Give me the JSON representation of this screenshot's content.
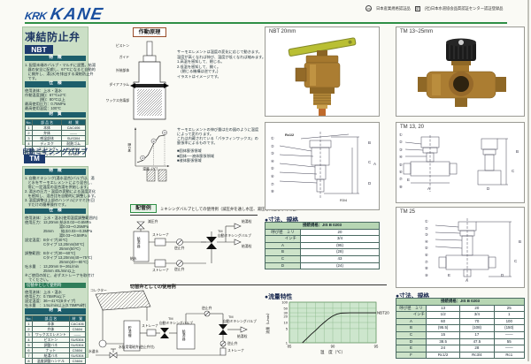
{
  "colors": {
    "accent_green": "#2f8f46",
    "panel_green": "#cbdfc6",
    "band_teal": "#1d5e6b",
    "badge_navy": "#1c3a6e",
    "brass": "#a87a30",
    "chart_plot_bg": "#cde6cd"
  },
  "header": {
    "logo_krk": "KRK",
    "logo_kane": "KANE",
    "jis_mark": "JIS",
    "cert_jis": "日本産業規格認証品",
    "jwwa_mark": "認",
    "cert_jwwa": "(社)日本水道協会品質認証センター認証登録品"
  },
  "nbt": {
    "title": "凍結防止弁",
    "model": "NBT",
    "features_heading": "特　徴",
    "features": [
      "1. 配管末端のバルブ・マルチに設置。給湯",
      "   器の安全に配慮し、67℃になると自動的",
      "   に開弁し、湯(水)を排出する凍結防止弁",
      "   です。"
    ],
    "specs_heading": "仕　様",
    "specs": [
      "使用流体：上水・温水",
      "作動温度(開)：67℃±2℃",
      "　　　　(閉)：80℃以上",
      "最高使用圧力：0.75MPa",
      "最高使用温度：100℃"
    ],
    "materials_heading": "材　質",
    "materials": {
      "cols": [
        "No.",
        "部 品 名",
        "材　質"
      ],
      "rows": [
        [
          "1",
          "本体",
          "CAC406"
        ],
        [
          "2",
          "弁体",
          "――"
        ],
        [
          "3",
          "感温部体",
          "SUS304"
        ],
        [
          "4",
          "ディスク",
          "耐熱ゴム"
        ],
        [
          "5",
          "スプリング",
          "SUS304"
        ],
        [
          "6",
          "平パッキン",
          "EPDM"
        ]
      ]
    }
  },
  "tm": {
    "title": "自動ミキシングバルブ",
    "model": "TM",
    "features_heading": "特　徴",
    "features": [
      "1. 自動ミキシング(湯水混合)バルブは、湯",
      "   と水をサーモエレメントにより混合し、",
      "   常に一定温度の混合湯を供給します。",
      "2. 湯水の圧力・温度の変動による温度変化",
      "   を感知し、混合比を自動的に調整します。",
      "3. 温度調整は上部のハンドル(ツマミ)を回",
      "   すだけの簡単操作です。"
    ],
    "specs_heading": "仕　様",
    "specs": [
      "使用流体：上水・温水(使用温度調整範囲内)",
      "使用圧力：13,20mm 給水0.02〜0.6MPa",
      "　　　　　　　　　 湯0.03〜0.25MPa",
      "　　　　　25mm　　給水0.03〜0.3MPa",
      "　　　　　　　　　 湯0.03〜0.5MPa",
      "設定温度：Bタイプ(40℃)",
      "　　　　　Cタイプ 13,20mm(50℃)",
      "　　　　　　　　　 25mm(50℃)",
      "調整範囲：Bタイプ(30〜60℃)",
      "　　　　　Cタイプ 13,20mm(40〜75℃)",
      "　　　　　　　　　 25mm(40〜80℃)",
      "吐水量　：13,20mm 9〜26L/min",
      "　　　　　25mm 40L/min以上",
      "※ご使用の前に、必ずストレーナを取付け",
      "　てください。"
    ],
    "sub_heading": "切替弁として使用時",
    "sub_specs": [
      "使用流体：上水・温水",
      "使用圧力：0.75MPa以下",
      "設定温度：36〜41℃(Bタイプ)",
      "吐水量　：1.5L/min以上(0.75MPa時)"
    ],
    "materials_heading": "材　質",
    "materials": {
      "cols": [
        "No.",
        "部 品 名",
        "材　質"
      ],
      "rows": [
        [
          "1",
          "本体",
          "CAC406"
        ],
        [
          "2",
          "弁体",
          "C3604"
        ],
        [
          "3",
          "ワックスエレメント",
          "――"
        ],
        [
          "4",
          "ピストン",
          "SUS304"
        ],
        [
          "5",
          "調整バネ",
          "SUS304"
        ],
        [
          "6",
          "ナット",
          "C3604"
        ],
        [
          "7",
          "給湯バネ",
          "SUS304"
        ],
        [
          "8",
          "温度調整ハンドル",
          "C3604"
        ]
      ]
    }
  },
  "principle": {
    "label": "作動原理",
    "part_labels": [
      "ピストン",
      "ガイド",
      "外装部体",
      "ダイアフラム",
      "ワックス充填部"
    ],
    "text1": [
      "サーモエレメントは温度の変化に応じて動きます。",
      "温度が高くなれば伸び、温度が低くなれば縮みます。",
      "1.高温を感知して、閉じる。",
      "2.低温を感知して、開く。",
      "　(閉じる機構は逆です。)",
      "イラストはイメージです。"
    ],
    "text2": [
      "サーモエレメントの伸び量は左の図のように温度",
      "によって変わります。",
      "これは内蔵されている「パラフィンワックス」の",
      "膨張率によるものです。"
    ],
    "legend": [
      "■固体膨張領域",
      "■固体──液体膨張領域",
      "■液体膨張領域"
    ]
  },
  "piping": {
    "label": "配管例",
    "ex1_title": "ミキシングバルブとしての使用例（減圧弁を通し水圧、湯圧を同圧とした場合）",
    "ex1": {
      "pressure_valve": "減圧弁",
      "heater": "給湯器",
      "strainer_top": "ストレーナ",
      "strainer_bottom": "ストレーナ",
      "check_top": "逆止弁",
      "check_bottom": "逆止弁",
      "mixing_valve": "TM",
      "mixing_valve2": "自動ミキシングバルブ",
      "tap_top": "給湯栓",
      "tap_right": "給湯栓",
      "supply": "給水"
    },
    "ex2_title": "切替弁としての使用例",
    "ex2": {
      "collector": "コレクター",
      "tank": "貯湯槽",
      "strainer1": "ストレーナ",
      "mixing1": "TM",
      "mixing1b": "自動ミキシングバルブ",
      "heater": "給湯器",
      "check1": "逆止弁",
      "mixing2": "TM",
      "mixing2b": "自動ミキシングバルブ",
      "tap": "給湯栓",
      "check2": "逆止弁",
      "strainer2": "ストレーナ",
      "water": "水道水",
      "drain_valve": "水抜用電磁弁(逆止弁付)"
    }
  },
  "right": {
    "photo_nbt_label": "NBT 20mm",
    "photo_tm_label": "TM 13~25mm",
    "tm1320_label": "TM 13, 20",
    "tm25_label": "TM 25",
    "dims_heading_nbt": "●寸法、規格",
    "flow_heading": "●流量特性",
    "dims_heading_tm": "●寸法、規格",
    "nbt_drawing": {
      "thread_top": "Rc1/2",
      "thread_bottom": "R3/4",
      "parts": [
        "①",
        "②",
        "③",
        "④",
        "⑤",
        "⑥",
        "⑦",
        "⑧"
      ],
      "dims": [
        "A",
        "B",
        "C",
        "D"
      ]
    },
    "tm1320_drawing": {
      "parts": [
        "①",
        "②",
        "③",
        "④",
        "⑤",
        "⑥",
        "⑦",
        "⑧"
      ],
      "dims": [
        "A",
        "B",
        "C",
        "D",
        "E"
      ]
    },
    "tm25_drawing": {
      "parts": [
        "①",
        "②",
        "③",
        "④",
        "⑤",
        "⑥",
        "⑦",
        "⑧",
        "⑨"
      ],
      "dims": [
        "A",
        "B",
        "C",
        "D",
        "E"
      ]
    },
    "nbt_dims": {
      "header": "接続規格：JIS B 0203",
      "rows": [
        [
          "呼び径　ミリ",
          "20"
        ],
        [
          "　　　　インチ",
          "3/4"
        ],
        [
          "A",
          "(95)"
        ],
        [
          "B",
          "(28)"
        ],
        [
          "C",
          "43"
        ],
        [
          "D",
          "(24)"
        ]
      ]
    },
    "tm_dims": {
      "header": "接続規格：JIS B 0203",
      "rows": [
        [
          "呼び径　ミリ",
          "13",
          "20",
          "25"
        ],
        [
          "　　　　インチ",
          "1/2",
          "3/4",
          "1"
        ],
        [
          "A",
          "60",
          "70",
          "100"
        ],
        [
          "B",
          "(95.5)",
          "(108)",
          "(150)"
        ],
        [
          "C",
          "15",
          "17",
          "――"
        ],
        [
          "D",
          "38.5",
          "47.5",
          "55"
        ],
        [
          "E",
          "24",
          "28",
          "――"
        ],
        [
          "F",
          "Rc1/2",
          "Rc3/4",
          "Rc1"
        ]
      ]
    }
  },
  "chart_data": [
    {
      "type": "line",
      "title": "流量特性",
      "xlabel": "温　度（℃）",
      "ylabel": "流量（L/min）",
      "xlim": [
        85,
        95
      ],
      "ylim": [
        1,
        100
      ],
      "yscale": "log",
      "xticks": [
        85,
        90,
        95
      ],
      "yticks": [
        1,
        5,
        10,
        20,
        30,
        50,
        100
      ],
      "grid": true,
      "legend_position": "right",
      "plot_bg": "#cde6cd",
      "series": [
        {
          "name": "NBT20",
          "x": [
            86.5,
            87,
            87.5,
            88,
            88.5,
            89,
            89.5,
            90,
            90.5,
            91,
            92,
            95
          ],
          "y": [
            1,
            1.6,
            2.6,
            4,
            6.5,
            10,
            15,
            21,
            26,
            29,
            30,
            30
          ]
        }
      ]
    },
    {
      "type": "line",
      "title": "サーモエレメントの伸び量",
      "xlabel": "温度（℃）",
      "ylabel": "伸び量",
      "series": [
        {
          "name": "伸び量",
          "x": [
            0,
            1,
            2,
            3,
            4,
            5
          ],
          "y": [
            2,
            4,
            10,
            22,
            30,
            31
          ]
        }
      ],
      "annotations": [
        "①",
        "②",
        "③"
      ],
      "annotation_indices": [
        1,
        3,
        5
      ]
    }
  ]
}
